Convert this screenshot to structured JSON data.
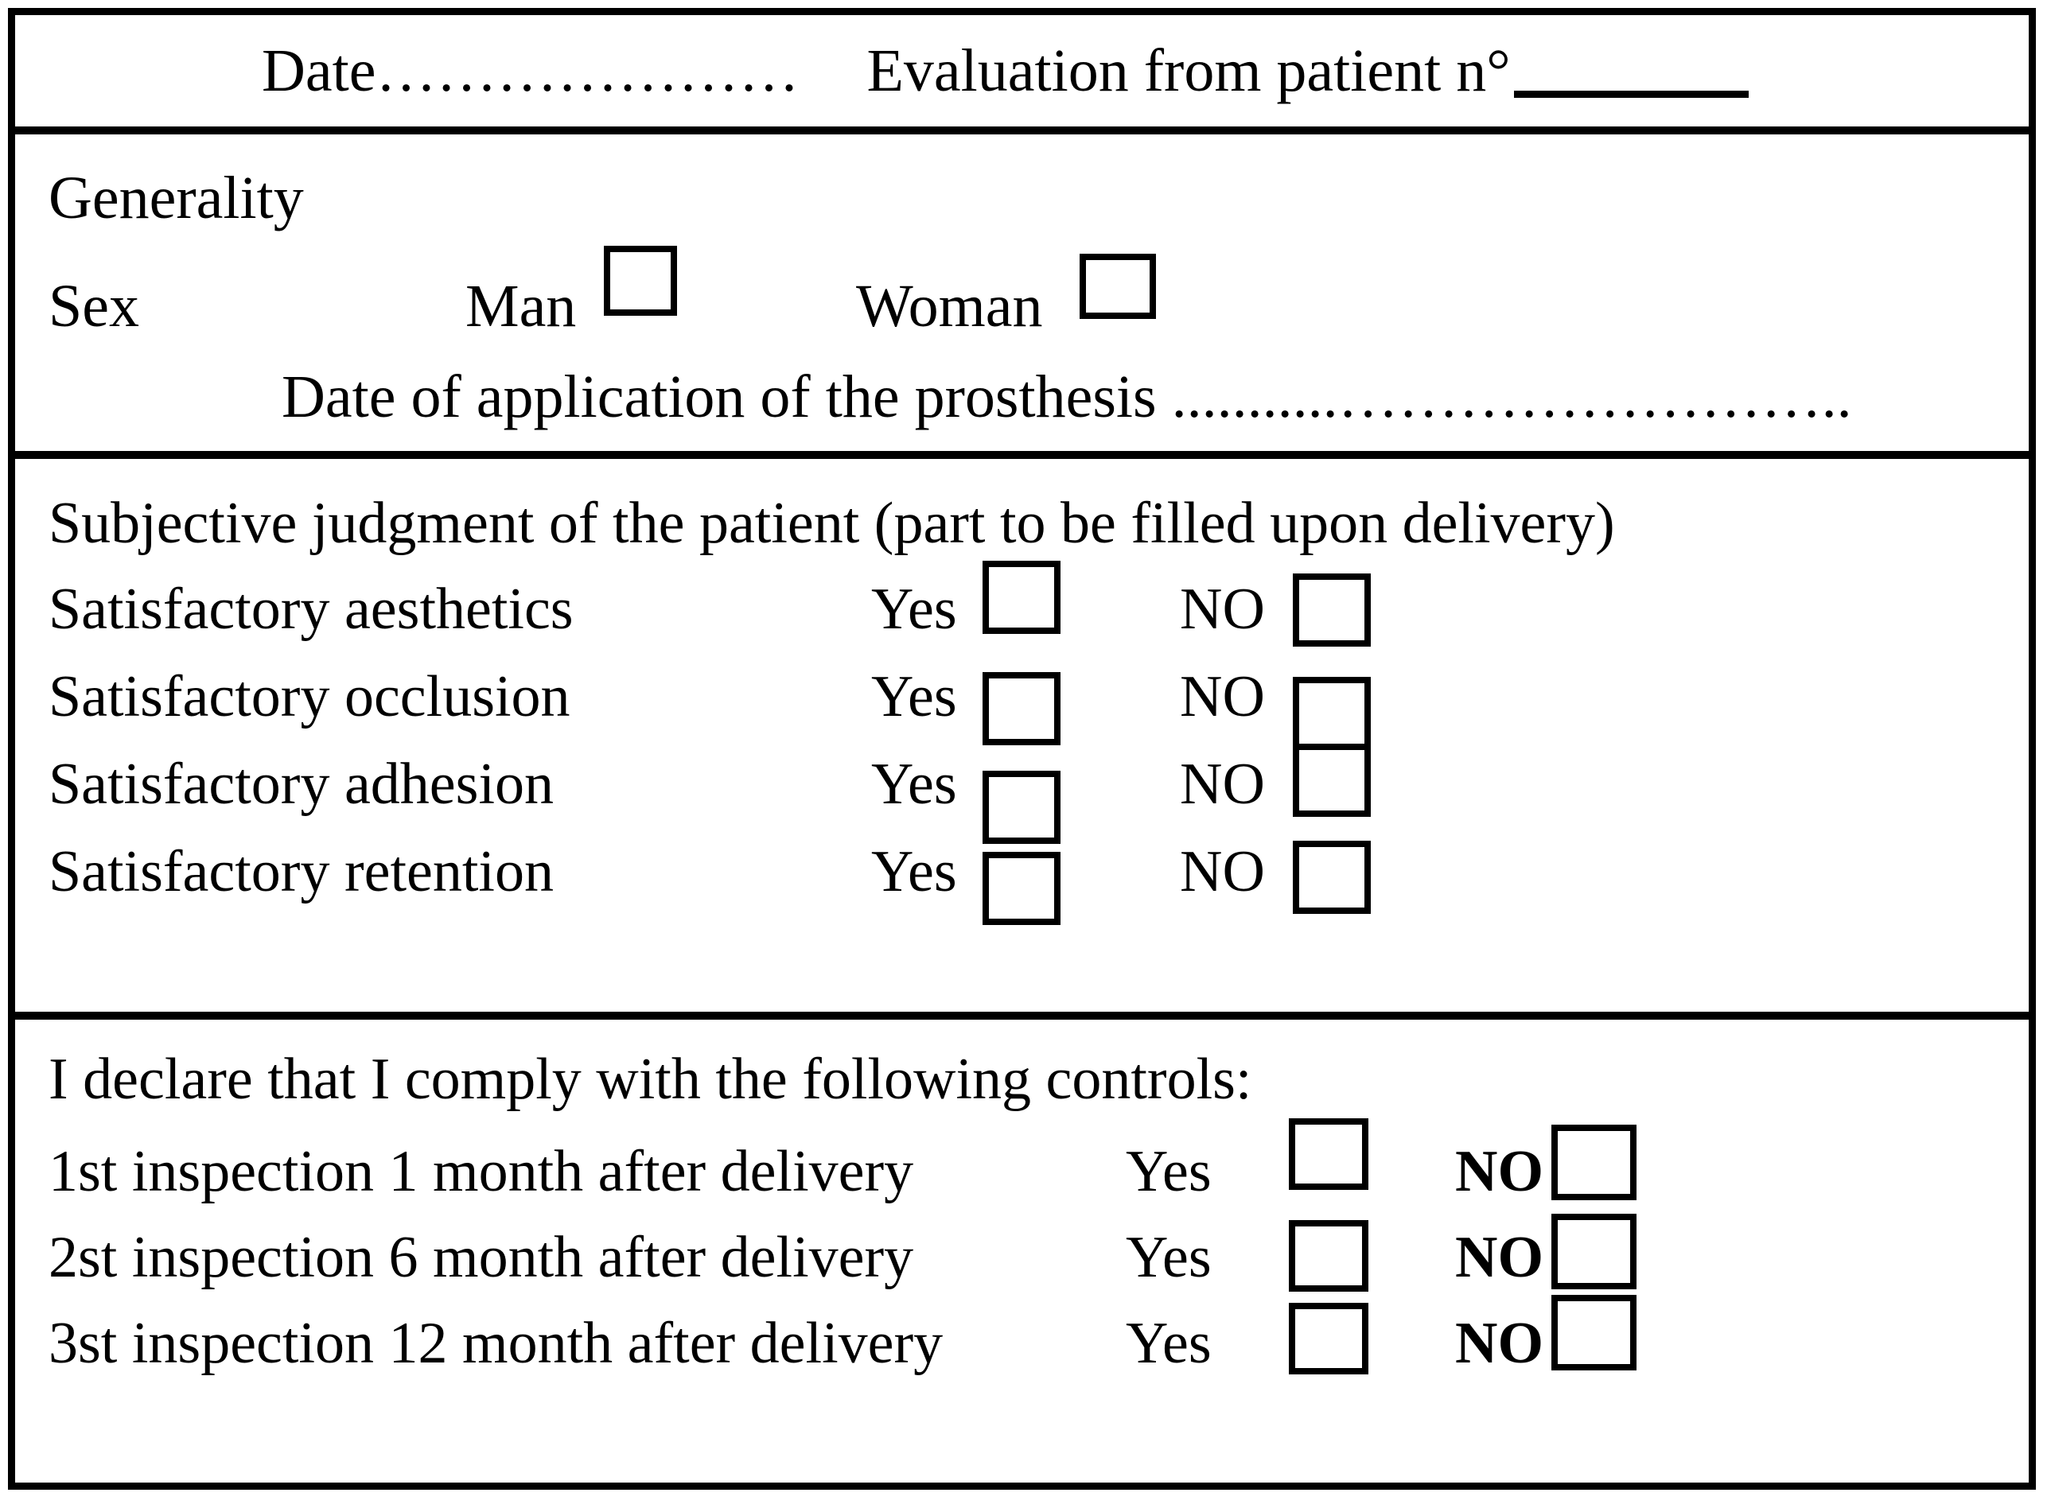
{
  "header": {
    "date_label": "Date…………………",
    "evaluation_label": "Evaluation from patient n°"
  },
  "generality": {
    "title": "Generality",
    "sex_label": "Sex",
    "man_label": "Man",
    "woman_label": "Woman",
    "application_date_label": "Date of application of the prosthesis ...........…………………….."
  },
  "subjective": {
    "title": "Subjective judgment of the patient (part to be filled upon delivery)",
    "rows": [
      {
        "label": "Satisfactory aesthetics",
        "yes": "Yes",
        "no": "NO"
      },
      {
        "label": "Satisfactory occlusion",
        "yes": "Yes",
        "no": "NO"
      },
      {
        "label": "Satisfactory adhesion",
        "yes": "Yes",
        "no": "NO"
      },
      {
        "label": "Satisfactory retention",
        "yes": "Yes",
        "no": "NO"
      }
    ]
  },
  "declaration": {
    "title": "I declare that I comply with the following controls:",
    "rows": [
      {
        "label": "1st inspection 1 month after delivery",
        "yes": "Yes",
        "no": "NO"
      },
      {
        "label": "2st inspection 6 month after delivery",
        "yes": "Yes",
        "no": "NO"
      },
      {
        "label": "3st inspection 12 month after delivery",
        "yes": "Yes",
        "no": "NO"
      }
    ]
  },
  "colors": {
    "ink": "#000000",
    "paper": "#ffffff"
  }
}
